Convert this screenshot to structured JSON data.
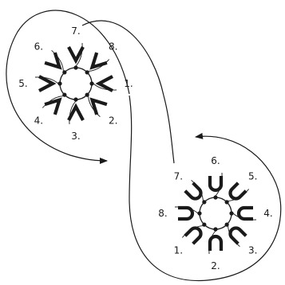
{
  "diagrams": [
    {
      "id": "top",
      "shape": "V",
      "labels": [
        "1.",
        "2.",
        "3.",
        "4.",
        "5.",
        "6.",
        "7.",
        "8."
      ]
    },
    {
      "id": "bottom",
      "shape": "U",
      "labels": [
        "1.",
        "2.",
        "3.",
        "4.",
        "5.",
        "6.",
        "7.",
        "8."
      ]
    }
  ],
  "colors": {
    "stroke": "#1a1a1a",
    "background": "#ffffff"
  }
}
